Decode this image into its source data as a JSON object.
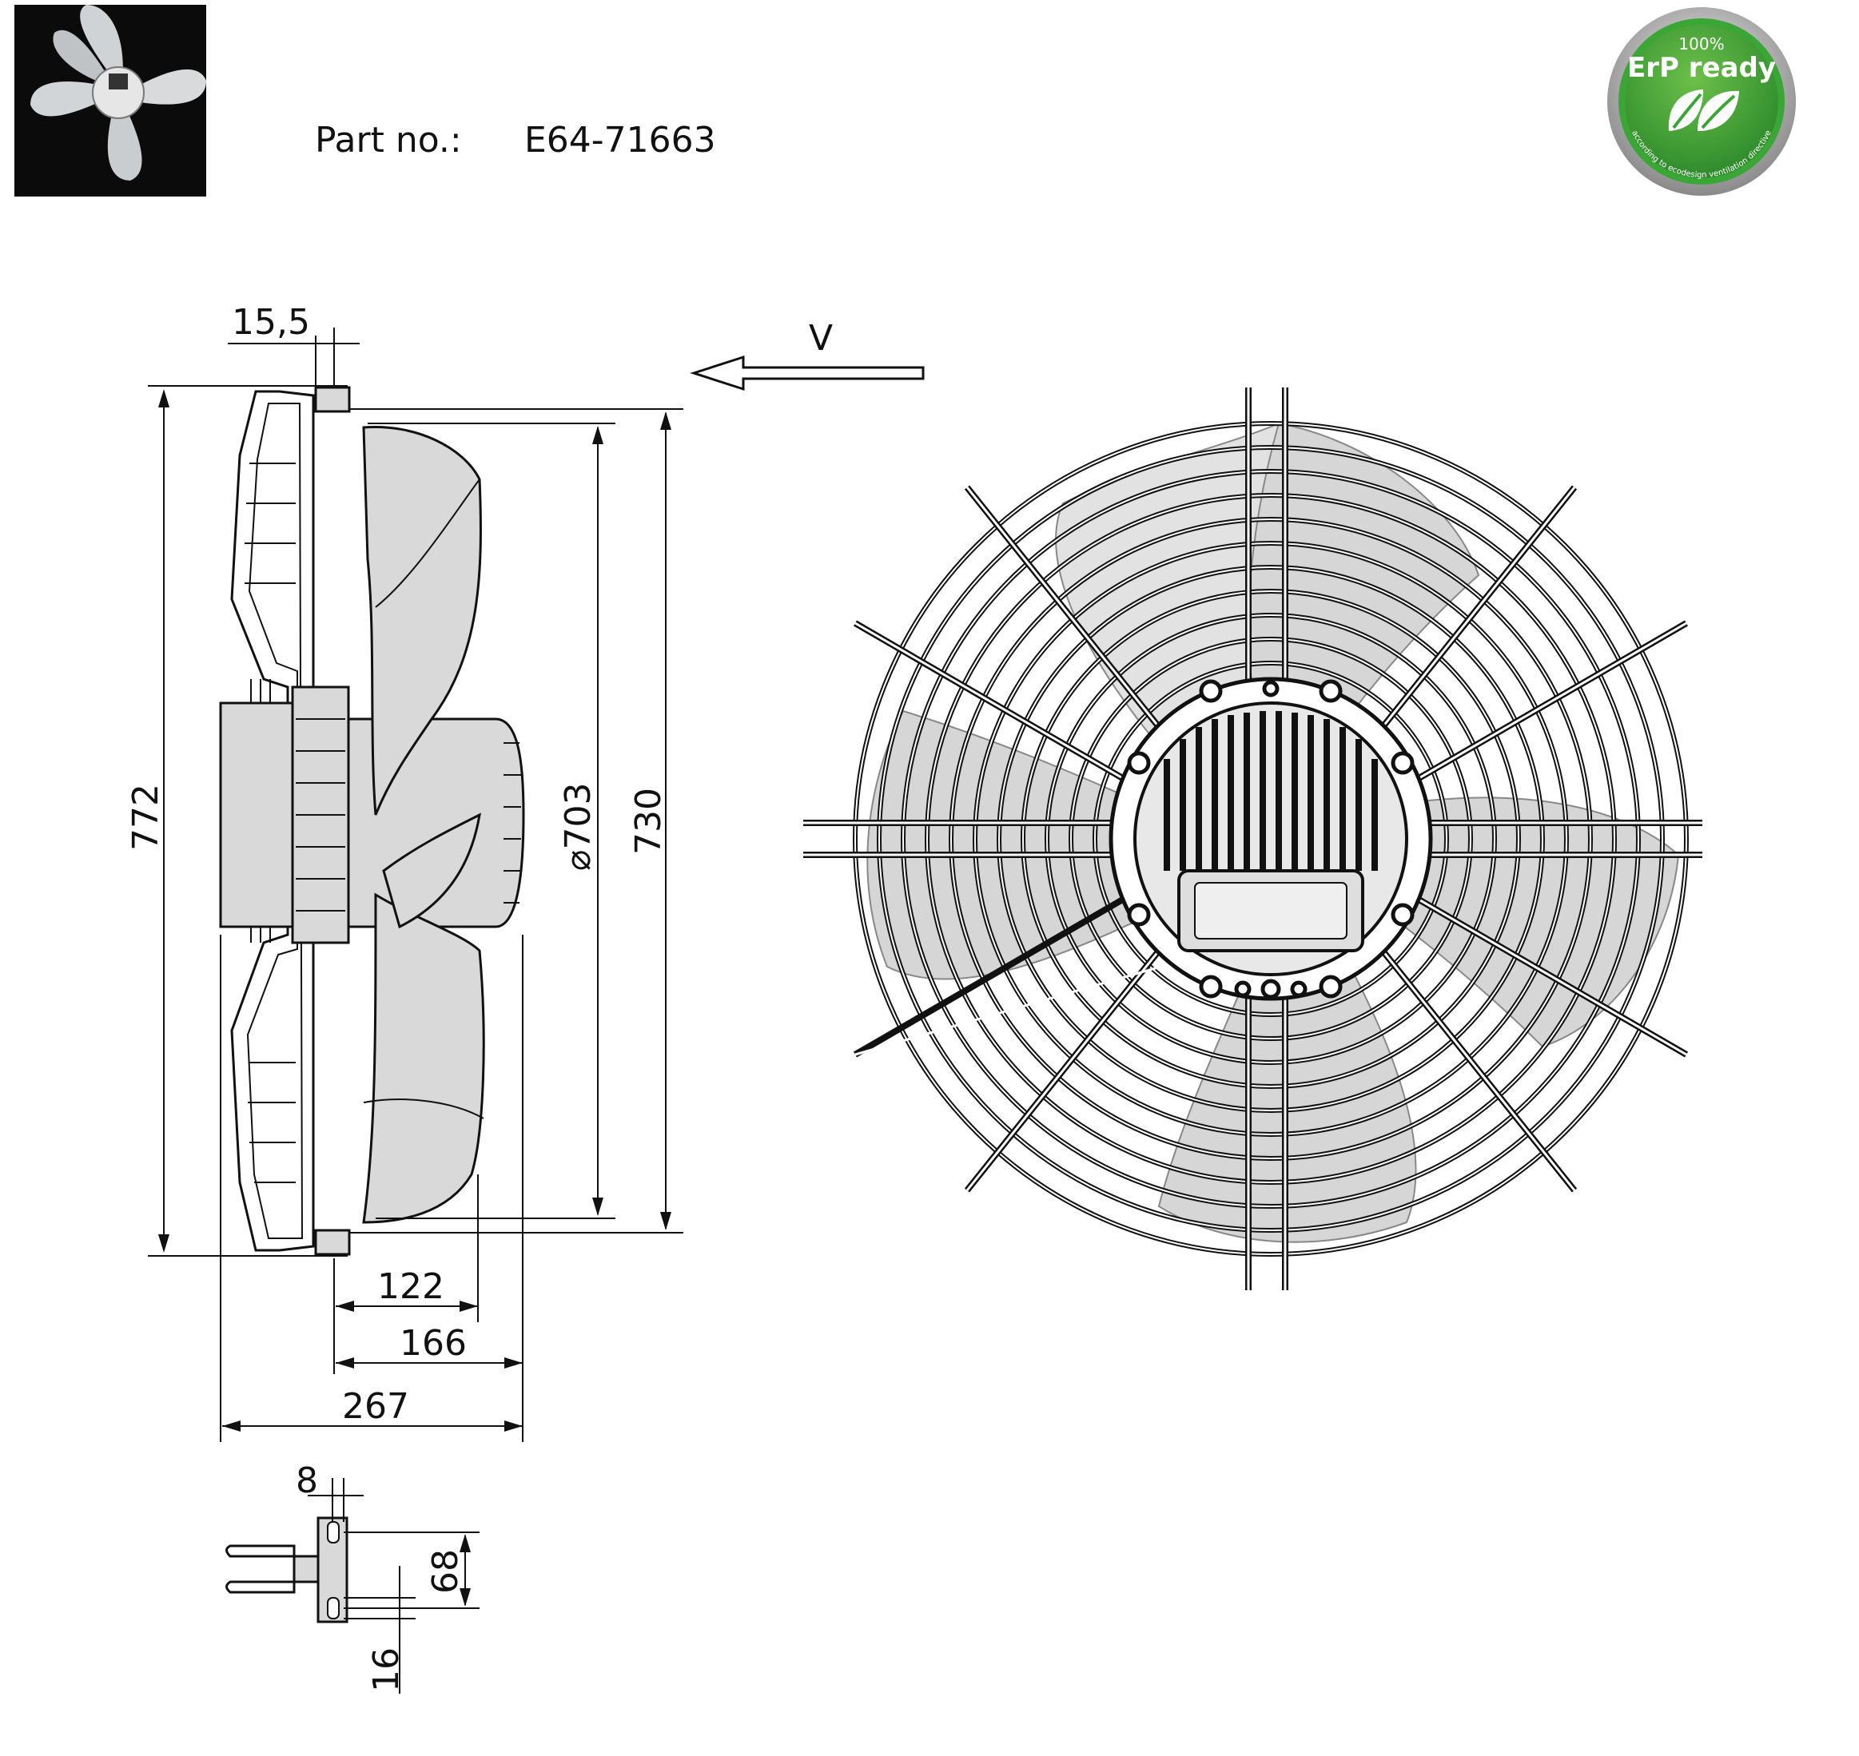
{
  "header": {
    "part_label": "Part no.:",
    "part_number": "E64-71663"
  },
  "badge": {
    "top_text": "100%",
    "main_text": "ErP ready",
    "ring_text": "according to ecodesign ventilation directive",
    "colors": {
      "green": "#3aa635",
      "ring": "#8a8a8a"
    }
  },
  "drawing": {
    "view_label": "V",
    "dimensions": {
      "flange_thickness": "15,5",
      "total_height": "772",
      "blade_diameter": "⌀703",
      "guard_height": "730",
      "depth_a": "122",
      "depth_b": "166",
      "depth_total": "267",
      "slot_width": "8",
      "slot_spacing": "68",
      "slot_length": "16"
    }
  }
}
